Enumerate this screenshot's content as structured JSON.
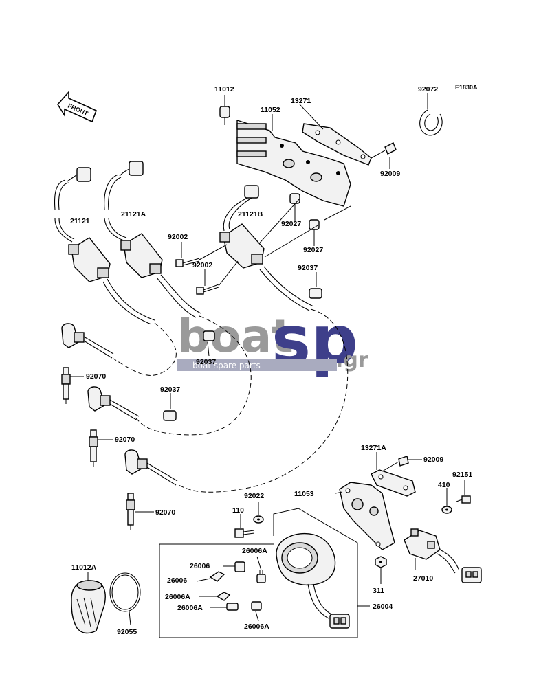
{
  "diagram_code": "E1830A",
  "front_arrow_text": "FRONT",
  "watermark": {
    "boat": "boat",
    "sp": "sp",
    "gr": ".gr",
    "tagline": "boat spare parts"
  },
  "labels": {
    "p11012": "11012",
    "p11052": "11052",
    "p13271": "13271",
    "p92072": "92072",
    "p92009_top": "92009",
    "p21121": "21121",
    "p21121A": "21121A",
    "p21121B": "21121B",
    "p92027_a": "92027",
    "p92027_b": "92027",
    "p92002_a": "92002",
    "p92002_b": "92002",
    "p92037_a": "92037",
    "p92037_b": "92037",
    "p92037_c": "92037",
    "p92070_a": "92070",
    "p92070_b": "92070",
    "p92070_c": "92070",
    "p13271A": "13271A",
    "p92009_bottom": "92009",
    "p92151": "92151",
    "p11053": "11053",
    "p92022": "92022",
    "p410": "410",
    "p110": "110",
    "p26006_a": "26006",
    "p26006A_a": "26006A",
    "p26006_b": "26006",
    "p26006A_b": "26006A",
    "p26006A_c": "26006A",
    "p26006A_d": "26006A",
    "p27010": "27010",
    "p311": "311",
    "p26004": "26004",
    "p11012A": "11012A",
    "p92055": "92055"
  }
}
